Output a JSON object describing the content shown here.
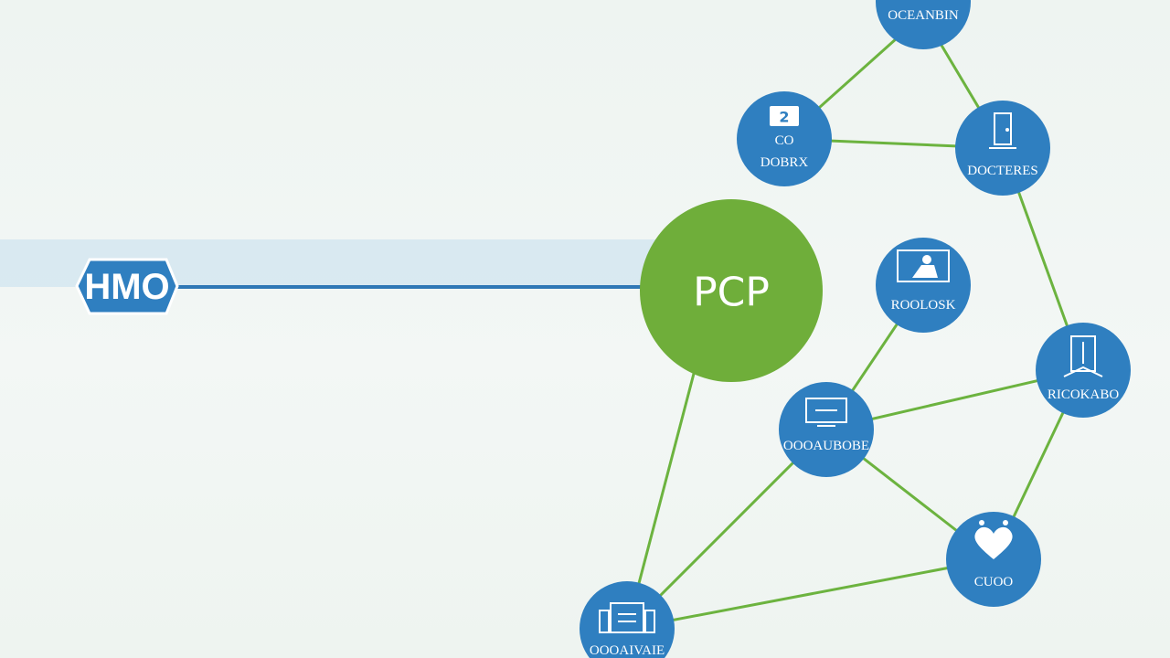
{
  "hmo": {
    "label": "HMO"
  },
  "pcp": {
    "label": "PCP"
  },
  "nodes": [
    {
      "id": "top",
      "label": "OCEANBIN",
      "sublabel": "",
      "icon": ""
    },
    {
      "id": "left-top",
      "label": "DOBRX",
      "sublabel": "CO",
      "icon": "screen-2-icon"
    },
    {
      "id": "right-top",
      "label": "DOCTERES",
      "sublabel": "",
      "icon": "door-icon"
    },
    {
      "id": "mid",
      "label": "ROOLOSK",
      "sublabel": "",
      "icon": "computer-person-icon"
    },
    {
      "id": "right-mid",
      "label": "RICOKABO",
      "sublabel": "",
      "icon": "tower-icon"
    },
    {
      "id": "center",
      "label": "OOOAUBOBE",
      "sublabel": "",
      "icon": "monitor-icon"
    },
    {
      "id": "heart",
      "label": "CUOO",
      "sublabel": "",
      "icon": "heart-icon"
    },
    {
      "id": "bottom",
      "label": "OOOAIVAIE",
      "sublabel": "",
      "icon": "building-icon"
    }
  ],
  "colors": {
    "node": "#2f7fc0",
    "pcp": "#6fae3a",
    "link": "#6cb33f",
    "hmo": "#2f7fc0"
  }
}
